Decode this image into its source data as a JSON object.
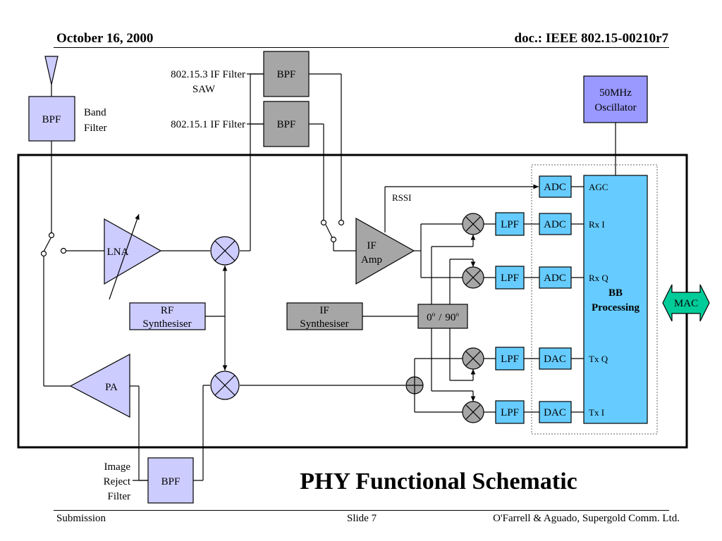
{
  "header": {
    "date": "October 16, 2000",
    "doc": "doc.: IEEE 802.15-00210r7"
  },
  "footer": {
    "left": "Submission",
    "center": "Slide 7",
    "right": "O'Farrell & Aguado, Supergold Comm. Ltd."
  },
  "title": "PHY Functional Schematic",
  "labels": {
    "band_filter_1": "Band",
    "band_filter_2": "Filter",
    "if_filter_3_1": "802.15.3 IF Filter",
    "if_filter_3_2": "SAW",
    "if_filter_1": "802.15.1 IF Filter",
    "image_reject_1": "Image",
    "image_reject_2": "Reject",
    "image_reject_3": "Filter",
    "rssi": "RSSI",
    "agc": "AGC",
    "rx_i": "Rx I",
    "rx_q": "Rx Q",
    "tx_q": "Tx Q",
    "tx_i": "Tx I"
  },
  "blocks": {
    "bpf": "BPF",
    "lna": "LNA",
    "pa": "PA",
    "if_amp_1": "IF",
    "if_amp_2": "Amp",
    "rf_synth_1": "RF",
    "rf_synth_2": "Synthesiser",
    "if_synth_1": "IF",
    "if_synth_2": "Synthesiser",
    "phase_0": "0",
    "phase_sep": "/",
    "phase_90": "90",
    "deg": "o",
    "lpf": "LPF",
    "adc": "ADC",
    "dac": "DAC",
    "osc_1": "50MHz",
    "osc_2": "Oscillator",
    "bb_1": "BB",
    "bb_2": "Processing",
    "mac": "MAC"
  },
  "colors": {
    "light_block": "#ccccff",
    "gray_block": "#a6a6a6",
    "baseband": "#66ccff",
    "oscillator": "#9999ff",
    "mac": "#00cc99"
  }
}
